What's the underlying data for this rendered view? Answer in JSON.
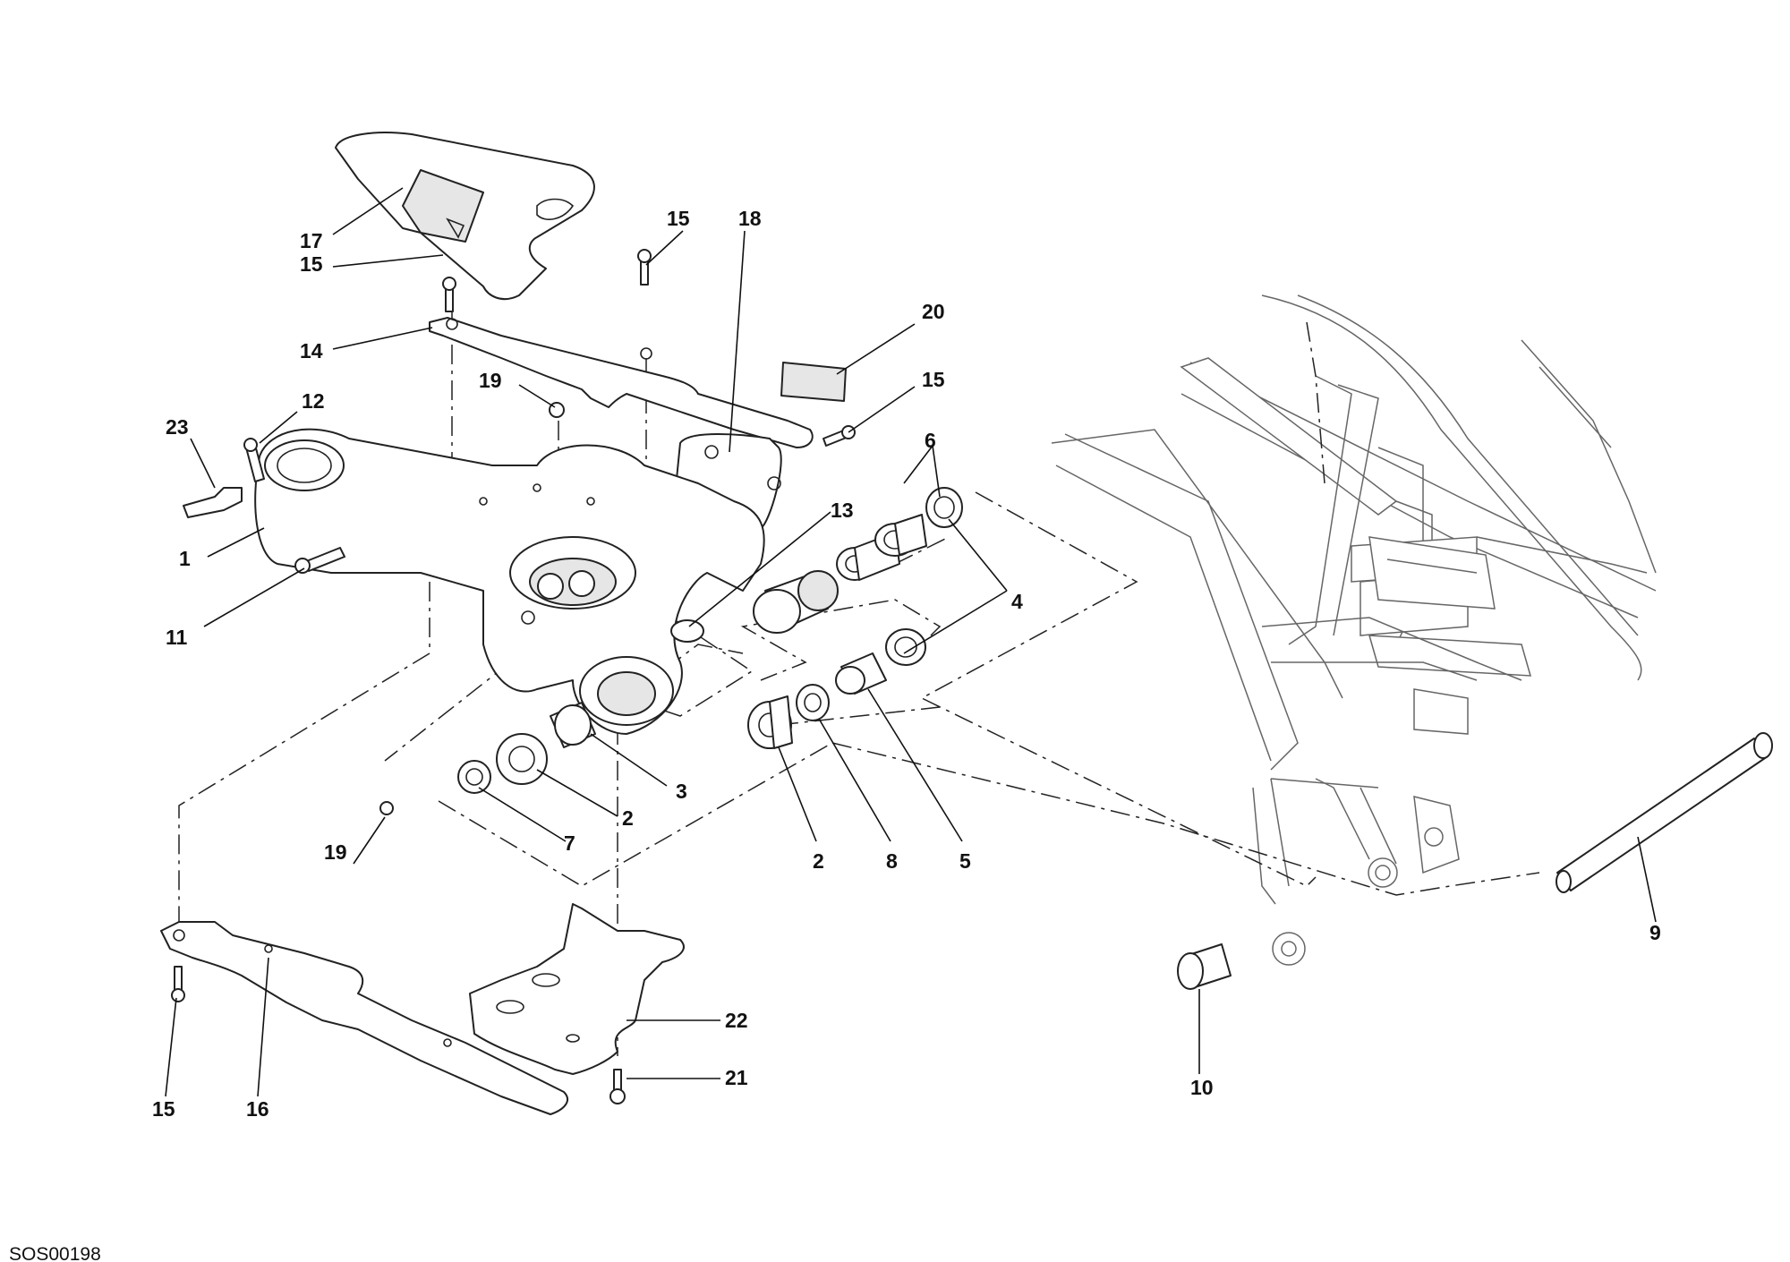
{
  "diagram_code": "SOS00198",
  "colors": {
    "line": "#222222",
    "frame_line": "#666666",
    "text": "#111111",
    "background": "#ffffff"
  },
  "callouts": [
    {
      "key": "c17",
      "label": "17"
    },
    {
      "key": "c15a",
      "label": "15"
    },
    {
      "key": "c15b",
      "label": "15"
    },
    {
      "key": "c18",
      "label": "18"
    },
    {
      "key": "c20",
      "label": "20"
    },
    {
      "key": "c14",
      "label": "14"
    },
    {
      "key": "c19a",
      "label": "19"
    },
    {
      "key": "c15c",
      "label": "15"
    },
    {
      "key": "c12",
      "label": "12"
    },
    {
      "key": "c23",
      "label": "23"
    },
    {
      "key": "c6",
      "label": "6"
    },
    {
      "key": "c1",
      "label": "1"
    },
    {
      "key": "c13",
      "label": "13"
    },
    {
      "key": "c4",
      "label": "4"
    },
    {
      "key": "c11",
      "label": "11"
    },
    {
      "key": "c3",
      "label": "3"
    },
    {
      "key": "c2a",
      "label": "2"
    },
    {
      "key": "c7",
      "label": "7"
    },
    {
      "key": "c19b",
      "label": "19"
    },
    {
      "key": "c2b",
      "label": "2"
    },
    {
      "key": "c8",
      "label": "8"
    },
    {
      "key": "c5",
      "label": "5"
    },
    {
      "key": "c9",
      "label": "9"
    },
    {
      "key": "c22",
      "label": "22"
    },
    {
      "key": "c21",
      "label": "21"
    },
    {
      "key": "c10",
      "label": "10"
    },
    {
      "key": "c15d",
      "label": "15"
    },
    {
      "key": "c16",
      "label": "16"
    }
  ]
}
